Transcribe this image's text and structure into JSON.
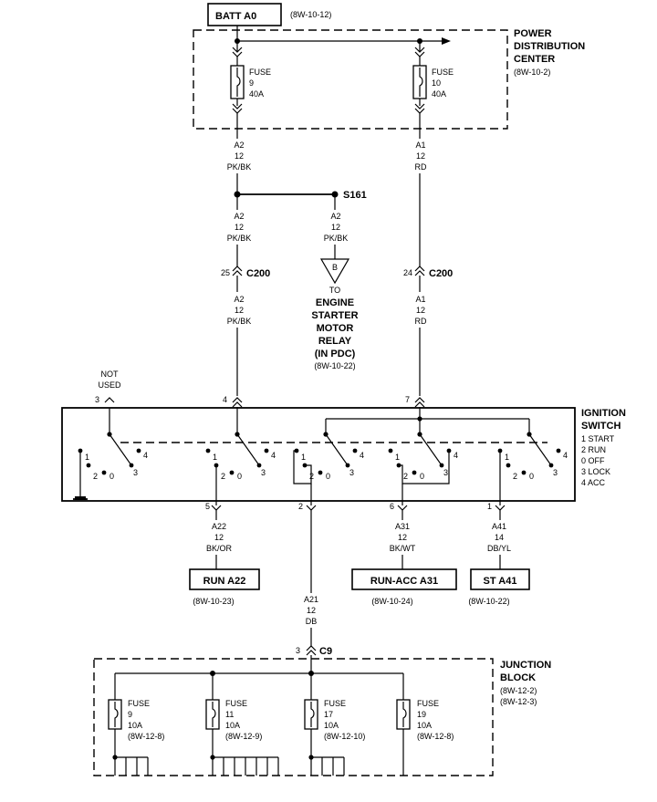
{
  "source": {
    "name": "BATT A0",
    "ref": "(8W-10-12)"
  },
  "pdc": {
    "title": [
      "POWER",
      "DISTRIBUTION",
      "CENTER"
    ],
    "ref": "(8W-10-2)",
    "fuses": [
      {
        "label": "FUSE",
        "num": "9",
        "amp": "40A"
      },
      {
        "label": "FUSE",
        "num": "10",
        "amp": "40A"
      }
    ]
  },
  "wires": {
    "a2_upper": {
      "circuit": "A2",
      "gauge": "12",
      "color": "PK/BK"
    },
    "a1_upper": {
      "circuit": "A1",
      "gauge": "12",
      "color": "RD"
    },
    "a2_mid": {
      "circuit": "A2",
      "gauge": "12",
      "color": "PK/BK"
    },
    "a2_branch": {
      "circuit": "A2",
      "gauge": "12",
      "color": "PK/BK"
    },
    "a2_lower": {
      "circuit": "A2",
      "gauge": "12",
      "color": "PK/BK"
    },
    "a1_lower": {
      "circuit": "A1",
      "gauge": "12",
      "color": "RD"
    },
    "a22": {
      "circuit": "A22",
      "gauge": "12",
      "color": "BK/OR"
    },
    "a21": {
      "circuit": "A21",
      "gauge": "12",
      "color": "DB"
    },
    "a31": {
      "circuit": "A31",
      "gauge": "12",
      "color": "BK/WT"
    },
    "a41": {
      "circuit": "A41",
      "gauge": "14",
      "color": "DB/YL"
    }
  },
  "splice": {
    "name": "S161"
  },
  "connectors": {
    "c200_left": {
      "pin": "25",
      "name": "C200"
    },
    "c200_right": {
      "pin": "24",
      "name": "C200"
    },
    "c9": {
      "pin": "3",
      "name": "C9"
    }
  },
  "relay": {
    "terminal": "B",
    "to": "TO",
    "name": [
      "ENGINE",
      "STARTER",
      "MOTOR",
      "RELAY",
      "(IN PDC)"
    ],
    "ref": "(8W-10-22)"
  },
  "ignition": {
    "title": [
      "IGNITION",
      "SWITCH"
    ],
    "legend": [
      "1 START",
      "2 RUN",
      "0 OFF",
      "3 LOCK",
      "4 ACC"
    ],
    "not_used": [
      "NOT",
      "USED"
    ],
    "top_pins": [
      "3",
      "4",
      "7"
    ],
    "bottom_pins": [
      "5",
      "2",
      "6",
      "1"
    ],
    "positions": [
      "1",
      "2",
      "0",
      "3",
      "4"
    ]
  },
  "outputs": [
    {
      "name": "RUN A22",
      "ref": "(8W-10-23)"
    },
    {
      "name": "RUN-ACC A31",
      "ref": "(8W-10-24)"
    },
    {
      "name": "ST A41",
      "ref": "(8W-10-22)"
    }
  ],
  "junction": {
    "title": [
      "JUNCTION",
      "BLOCK"
    ],
    "refs": [
      "(8W-12-2)",
      "(8W-12-3)"
    ],
    "fuses": [
      {
        "label": "FUSE",
        "num": "9",
        "amp": "10A",
        "ref": "(8W-12-8)"
      },
      {
        "label": "FUSE",
        "num": "11",
        "amp": "10A",
        "ref": "(8W-12-9)"
      },
      {
        "label": "FUSE",
        "num": "17",
        "amp": "10A",
        "ref": "(8W-12-10)"
      },
      {
        "label": "FUSE",
        "num": "19",
        "amp": "10A",
        "ref": "(8W-12-8)"
      }
    ]
  }
}
